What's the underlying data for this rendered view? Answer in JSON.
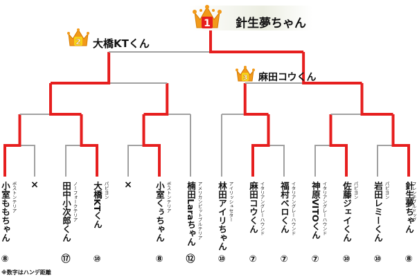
{
  "places": {
    "first": {
      "number": "1",
      "name": "針生夢ちゃん"
    },
    "second": {
      "number": "2",
      "name": "大橋KTくん"
    },
    "third": {
      "number": "3",
      "name": "麻田コウくん"
    }
  },
  "competitors": [
    {
      "name": "小室ももちゃん",
      "breed": "ボストンテリア",
      "handicap": "⑧"
    },
    {
      "name": "×",
      "breed": "",
      "handicap": ""
    },
    {
      "name": "田中小次郎くん",
      "breed": "ノーフォークテリア",
      "handicap": "⑰"
    },
    {
      "name": "大橋KTくん",
      "breed": "パピヨン",
      "handicap": "⑩"
    },
    {
      "name": "×",
      "breed": "",
      "handicap": ""
    },
    {
      "name": "小室くぅちゃん",
      "breed": "ボストンテリア",
      "handicap": "⑧"
    },
    {
      "name": "楠田Laraちゃん",
      "breed": "アメリカンピットブルテリア",
      "handicap": "⑫"
    },
    {
      "name": "林田アイリちゃん",
      "breed": "アイリッシュセター",
      "handicap": "⑩"
    },
    {
      "name": "麻田コウくん",
      "breed": "イタリアングレーハウンド",
      "handicap": "⑦"
    },
    {
      "name": "福村ベロくん",
      "breed": "イタリアングレーハウンド",
      "handicap": "⑦"
    },
    {
      "name": "神原VITOくん",
      "breed": "イタリアングレーハウンド",
      "handicap": "⑦"
    },
    {
      "name": "佐藤ジェイくん",
      "breed": "パピヨン",
      "handicap": "⑩"
    },
    {
      "name": "岩田レミーくん",
      "breed": "パピヨン",
      "handicap": "⑩"
    },
    {
      "name": "針生夢ちゃん",
      "breed": "フレンチブルドッグ",
      "handicap": "⑧"
    }
  ],
  "note": "※数字はハンデ距離",
  "colors": {
    "win": "#e61e1e",
    "lose": "#a0a0a0",
    "crown": "#f29a1a",
    "badge": "#f7d21a"
  }
}
